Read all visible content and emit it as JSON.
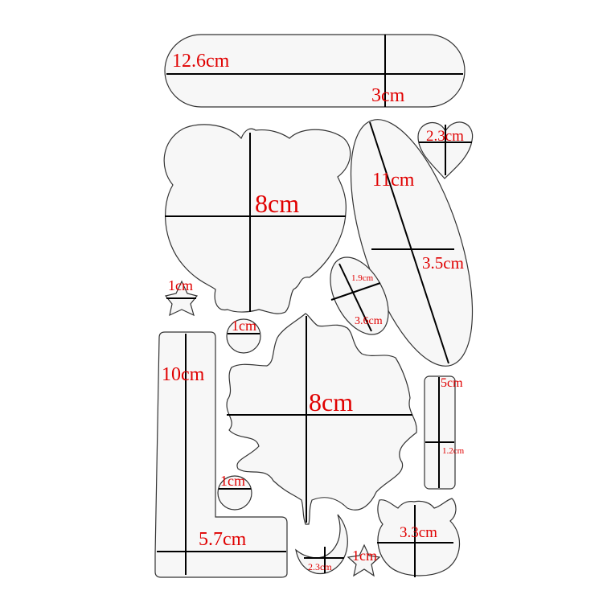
{
  "colors": {
    "label": "#e00000",
    "outline": "#333333",
    "fill": "#f7f7f7",
    "line": "#000000"
  },
  "labels": {
    "bar_length": "12.6cm",
    "bar_width": "3cm",
    "bear_size": "8cm",
    "heart": "2.3cm",
    "ellipse_length": "11cm",
    "ellipse_width": "3.5cm",
    "small_ellipse_width": "1.9cm",
    "small_ellipse_length": "3.6cm",
    "star_top": "1cm",
    "circle_top": "1cm",
    "l_shape_height": "10cm",
    "leaf": "8cm",
    "small_bar_length": "5cm",
    "small_bar_width": "1.2cm",
    "circle_bottom": "1cm",
    "l_shape_width": "5.7cm",
    "moon": "2.3cm",
    "star_bottom": "1cm",
    "cat": "3.3cm"
  }
}
